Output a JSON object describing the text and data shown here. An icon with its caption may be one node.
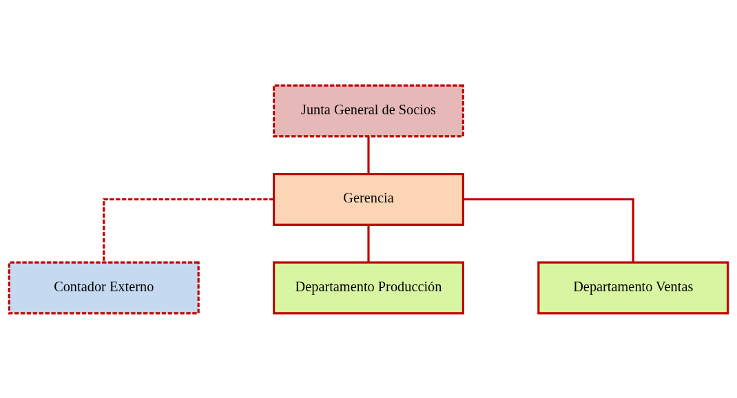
{
  "diagram": {
    "nodes": [
      {
        "text": [
          "Junta General de Socios"
        ]
      },
      {
        "text": [
          "Gerencia"
        ]
      },
      {
        "text": [
          "Contador Externo"
        ]
      },
      {
        "text": [
          "Departamento Producción"
        ]
      },
      {
        "text": [
          "Departamento Ventas"
        ]
      }
    ],
    "edges": [
      {
        "from": 0,
        "to": 1,
        "arrow": "none"
      },
      {
        "from": 1,
        "to": 2,
        "arrow": "none",
        "style": "dashed"
      },
      {
        "from": 1,
        "to": 3,
        "arrow": "none"
      },
      {
        "from": 1,
        "to": 4,
        "arrow": "none"
      }
    ]
  }
}
